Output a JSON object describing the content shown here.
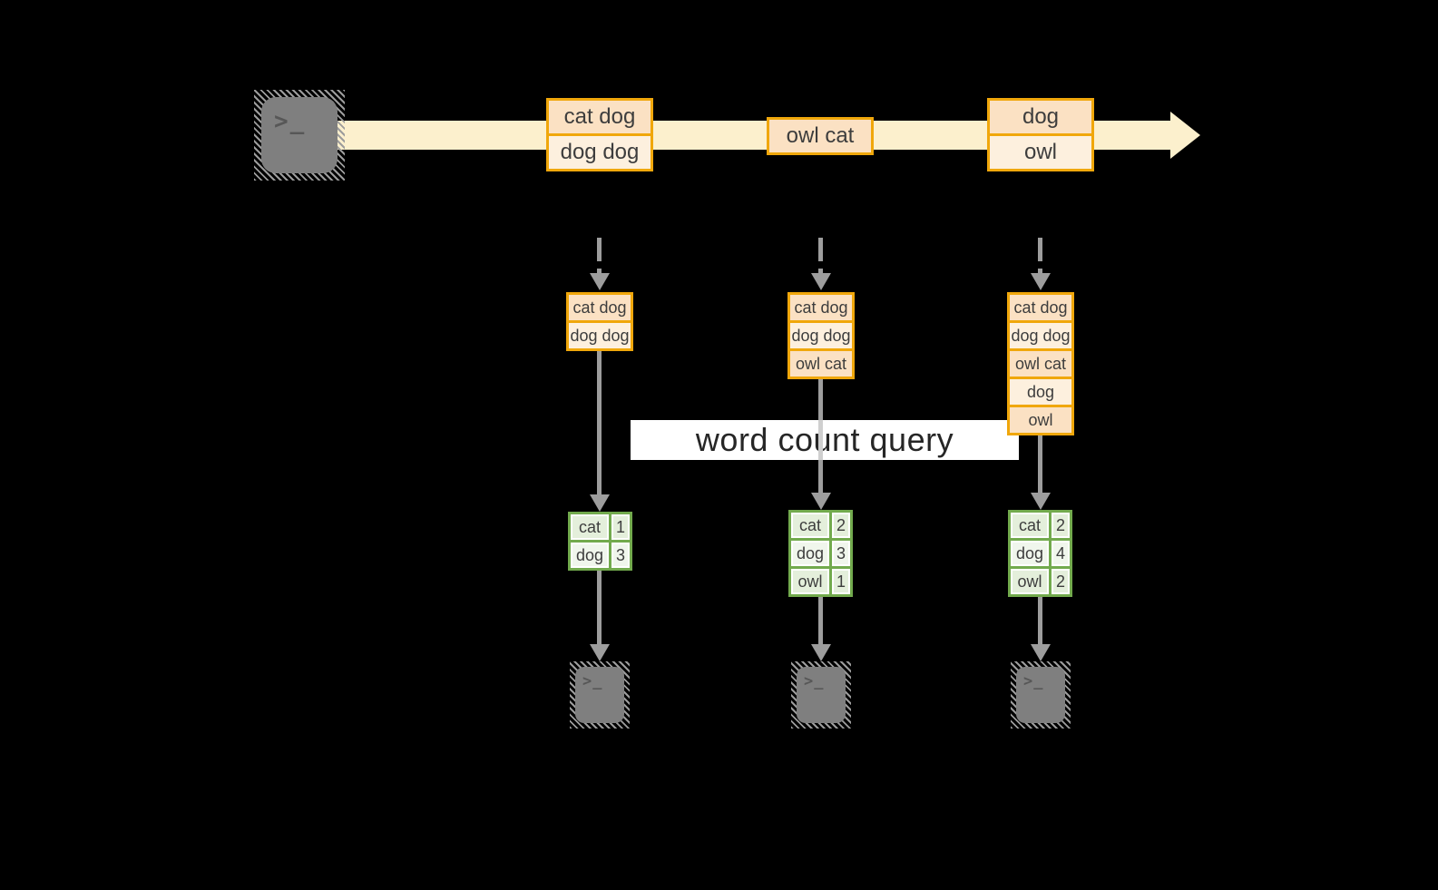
{
  "query_label": "word count query",
  "stream": {
    "messages": [
      {
        "rows": [
          "cat dog",
          "dog dog"
        ]
      },
      {
        "rows": [
          "owl cat"
        ]
      },
      {
        "rows": [
          "dog",
          "owl"
        ]
      }
    ]
  },
  "columns": [
    {
      "state_rows": [
        "cat dog",
        "dog dog"
      ],
      "counts": [
        {
          "word": "cat",
          "count": "1"
        },
        {
          "word": "dog",
          "count": "3"
        }
      ]
    },
    {
      "state_rows": [
        "cat dog",
        "dog dog",
        "owl cat"
      ],
      "counts": [
        {
          "word": "cat",
          "count": "2"
        },
        {
          "word": "dog",
          "count": "3"
        },
        {
          "word": "owl",
          "count": "1"
        }
      ]
    },
    {
      "state_rows": [
        "cat dog",
        "dog dog",
        "owl cat",
        "dog",
        "owl"
      ],
      "counts": [
        {
          "word": "cat",
          "count": "2"
        },
        {
          "word": "dog",
          "count": "4"
        },
        {
          "word": "owl",
          "count": "2"
        }
      ]
    }
  ],
  "icons": {
    "terminal_glyph": ">_"
  },
  "colors": {
    "background": "#000000",
    "stream_band": "#fcf0cd",
    "box_border": "#f0a70b",
    "box_fill_dark": "#fbe1c3",
    "box_fill_light": "#fdf0de",
    "table_border": "#72aa4d",
    "table_fill_dark": "#e4efdb",
    "table_fill_light": "#f0f6ec",
    "arrow_gray": "#9d9d9d",
    "terminal_gray": "#7f7f7f",
    "label_bg": "#ffffff",
    "text_dark": "#3d3d3d"
  }
}
